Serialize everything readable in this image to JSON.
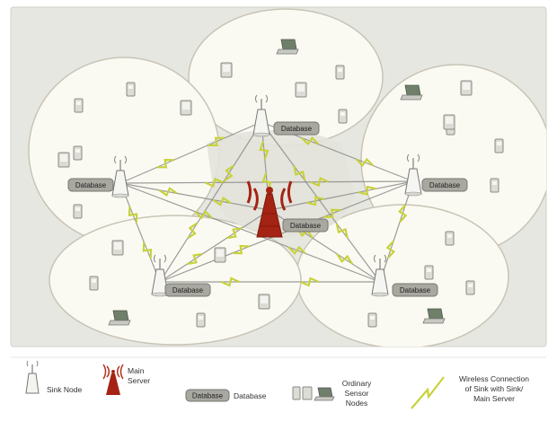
{
  "colors": {
    "panel_bg": "#e7e7e2",
    "cell_fill": "#fbfaf2",
    "cell_stroke": "#c8c4b6",
    "link_gray": "#8b8b8b",
    "link_green": "#c7d23b",
    "tower_red": "#a52313",
    "db_fill": "#a8a8a0",
    "db_stroke": "#777770",
    "device_fill": "#dcdcd6",
    "device_stroke": "#8a8a82",
    "laptop_screen": "#6f7f6a"
  },
  "database_label": "Database",
  "legend": {
    "sink_node": "Sink Node",
    "main_server": [
      "Main",
      "Server"
    ],
    "database_badge": "Database",
    "database": "Database",
    "ordinary_sensor_nodes": [
      "Ordinary",
      "Sensor",
      "Nodes"
    ],
    "wireless_connection": [
      "Wireless Connection",
      "of Sink with Sink/",
      "Main Server"
    ]
  }
}
